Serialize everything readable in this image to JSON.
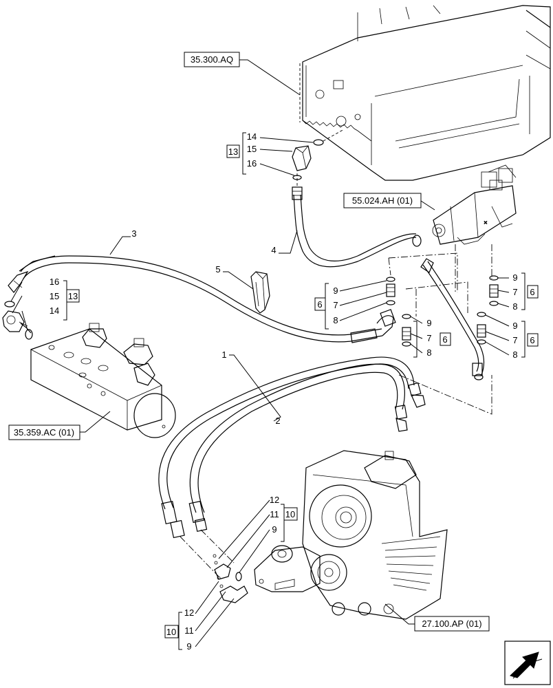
{
  "references": {
    "ref_35300": "35.300.AQ",
    "ref_55024": "55.024.AH (01)",
    "ref_35359": "35.359.AC (01)",
    "ref_27100": "27.100.AP (01)"
  },
  "kits": {
    "kit_13_a": "13",
    "kit_13_b": "13",
    "kit_6_a": "6",
    "kit_6_b": "6",
    "kit_6_c": "6",
    "kit_6_d": "6",
    "kit_10_a": "10",
    "kit_10_b": "10"
  },
  "callouts": {
    "c14a": "14",
    "c15a": "15",
    "c16a": "16",
    "c3": "3",
    "c4": "4",
    "c5": "5",
    "c16b": "16",
    "c15b": "15",
    "c14b": "14",
    "c9a": "9",
    "c7a": "7",
    "c8a": "8",
    "c9b": "9",
    "c7b": "7",
    "c8b": "8",
    "c9c": "9",
    "c7c": "7",
    "c8c": "8",
    "c9d": "9",
    "c7d": "7",
    "c8d": "8",
    "c1": "1",
    "c2": "2",
    "c12a": "12",
    "c11a": "11",
    "c9e": "9",
    "c12b": "12",
    "c11b": "11",
    "c9f": "9"
  },
  "icons": {
    "nav_arrow": "navigation-arrow-icon"
  }
}
